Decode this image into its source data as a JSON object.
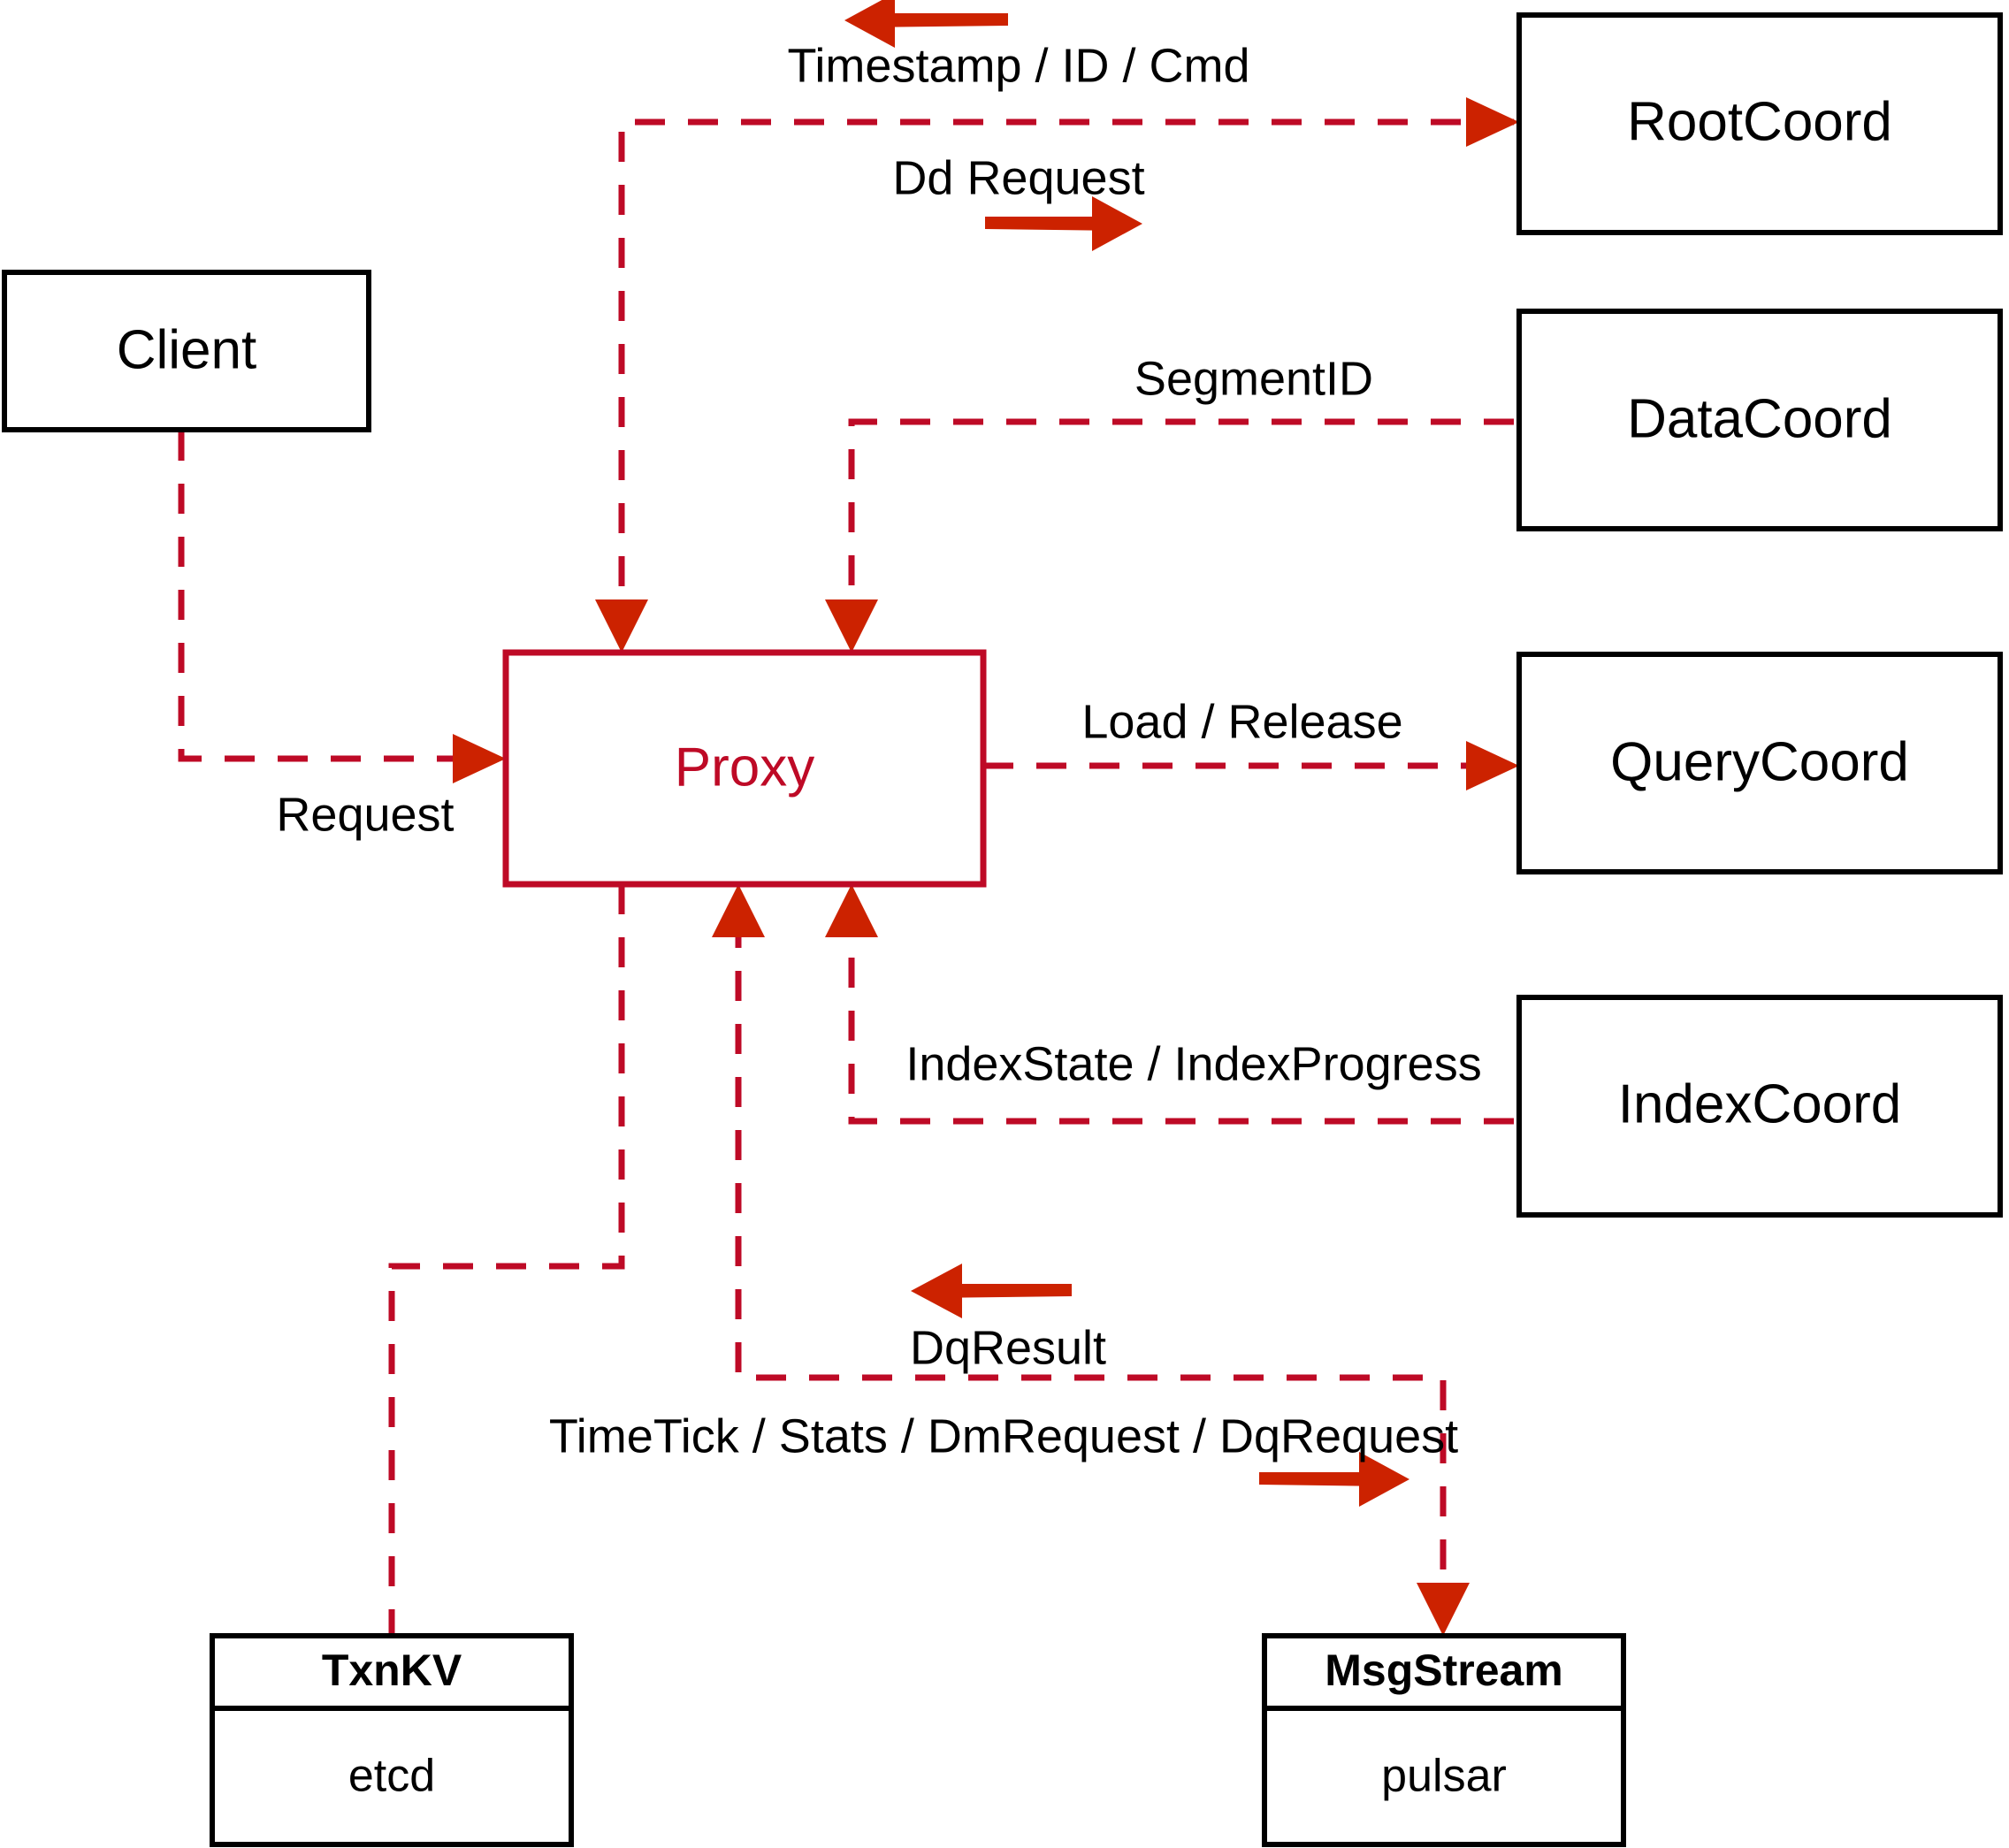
{
  "diagram": {
    "title": "Proxy component interaction diagram",
    "colors": {
      "accent": "#BE0A26",
      "arrow": "#CC2200",
      "node_stroke": "#000000",
      "background": "#FFFFFF"
    },
    "nodes": {
      "client": {
        "label": "Client"
      },
      "proxy": {
        "label": "Proxy"
      },
      "root_coord": {
        "label": "RootCoord"
      },
      "data_coord": {
        "label": "DataCoord"
      },
      "query_coord": {
        "label": "QueryCoord"
      },
      "index_coord": {
        "label": "IndexCoord"
      },
      "txnkv": {
        "label": "TxnKV",
        "impl": "etcd"
      },
      "msgstream": {
        "label": "MsgStream",
        "impl": "pulsar"
      }
    },
    "edges": {
      "timestamp_id_cmd": {
        "label": "Timestamp / ID / Cmd",
        "from": "RootCoord",
        "to": "Proxy",
        "direction": "left"
      },
      "dd_request": {
        "label": "Dd Request",
        "from": "Proxy",
        "to": "RootCoord",
        "direction": "right"
      },
      "segment_id": {
        "label": "SegmentID",
        "from": "DataCoord",
        "to": "Proxy",
        "direction": "left"
      },
      "load_release": {
        "label": "Load / Release",
        "from": "Proxy",
        "to": "QueryCoord",
        "direction": "right"
      },
      "index_state": {
        "label": "IndexState / IndexProgress",
        "from": "IndexCoord",
        "to": "Proxy",
        "direction": "left"
      },
      "request": {
        "label": "Request",
        "from": "Client",
        "to": "Proxy",
        "direction": "right"
      },
      "dq_result": {
        "label": "DqResult",
        "from": "MsgStream",
        "to": "Proxy",
        "direction": "left"
      },
      "timetick_stats": {
        "label": "TimeTick / Stats / DmRequest / DqRequest",
        "from": "Proxy",
        "to": "MsgStream",
        "direction": "right"
      },
      "txnkv_link": {
        "label": "",
        "from": "Proxy",
        "to": "TxnKV",
        "direction": "none"
      }
    }
  }
}
